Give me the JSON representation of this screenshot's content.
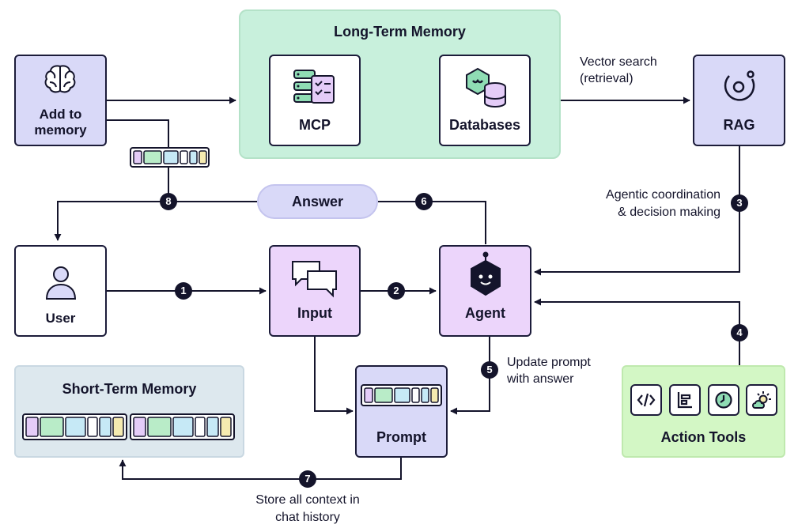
{
  "long_term_memory": {
    "title": "Long-Term Memory",
    "mcp_label": "MCP",
    "databases_label": "Databases"
  },
  "add_to_memory": {
    "line1": "Add to",
    "line2": "memory"
  },
  "rag": {
    "label": "RAG"
  },
  "vector_search": {
    "line1": "Vector search",
    "line2": "(retrieval)"
  },
  "answer": {
    "label": "Answer"
  },
  "agentic_coordination": {
    "line1": "Agentic coordination",
    "line2": "& decision making"
  },
  "user": {
    "label": "User"
  },
  "input": {
    "label": "Input"
  },
  "agent": {
    "label": "Agent"
  },
  "update_prompt": {
    "line1": "Update prompt",
    "line2": "with answer"
  },
  "short_term_memory": {
    "title": "Short-Term Memory"
  },
  "prompt": {
    "label": "Prompt"
  },
  "action_tools": {
    "label": "Action Tools"
  },
  "store_context": {
    "line1": "Store all context in",
    "line2": "chat history"
  },
  "steps": [
    "1",
    "2",
    "3",
    "4",
    "5",
    "6",
    "7",
    "8"
  ],
  "icons": [
    "brain-icon",
    "server-checklist-icon",
    "database-icon",
    "orbit-icon",
    "person-icon",
    "chat-bubbles-icon",
    "robot-hexagon-icon",
    "code-icon",
    "chart-icon",
    "clock-icon",
    "weather-icon"
  ],
  "colors": {
    "long_term_green": "#c8f0dc",
    "action_green": "#d3f7c5",
    "lavender": "#d9d9f8",
    "purple": "#ecd5fb",
    "short_term_blue": "#dde8ee",
    "ink": "#14142b",
    "token_purple": "#e4ccf8",
    "token_green": "#b9ecc8",
    "token_blue": "#c6e9f6",
    "token_yellow": "#f5eab0"
  }
}
